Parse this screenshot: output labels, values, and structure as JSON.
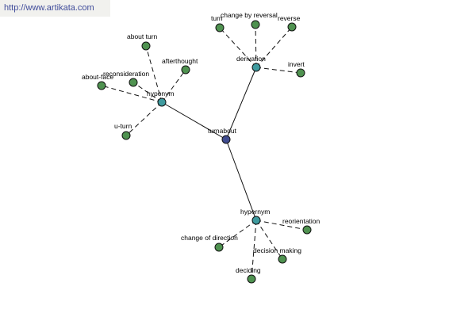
{
  "watermark": {
    "url": "http://www.artikata.com"
  },
  "graph": {
    "root": {
      "label": "turnabout"
    },
    "relations": {
      "hyponym": {
        "label": "hyponym"
      },
      "derivation": {
        "label": "derivation"
      },
      "hypernym": {
        "label": "hypernym"
      }
    },
    "terms": {
      "about_turn": "about turn",
      "reconsideration": "reconsideration",
      "afterthought": "afterthought",
      "about_face": "about-face",
      "u_turn": "u-turn",
      "turn": "turn",
      "change_by_reversal": "change by reversal",
      "reverse": "reverse",
      "invert": "invert",
      "reorientation": "reorientation",
      "change_of_direction": "change of direction",
      "decision_making": "decision making",
      "deciding": "deciding"
    }
  },
  "colors": {
    "root_node": "#3f4b8f",
    "relation_node": "#3f9b9f",
    "term_node": "#4f9250",
    "edge": "#111111",
    "watermark_text": "#3f4b9a",
    "watermark_bg": "#f1f1ee"
  }
}
